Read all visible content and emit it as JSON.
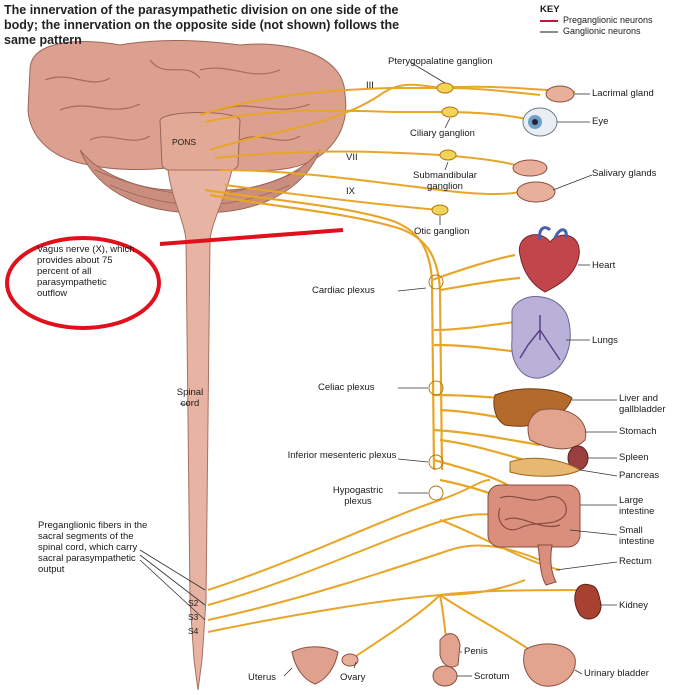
{
  "title": "The innervation of the parasympathetic division on one side of the body; the innervation on the opposite side (not shown) follows the same pattern",
  "key": {
    "title": "KEY",
    "items": [
      {
        "label": "Preganglionic neurons",
        "color": "#c8143c"
      },
      {
        "label": "Ganglionic neurons",
        "color": "#8c8c8c"
      }
    ]
  },
  "colors": {
    "nerve": "#e8a628",
    "nerve_dark": "#b27a12",
    "spinal": "#e7b3a2",
    "brain": "#dba08f",
    "highlight": "#e0101c",
    "ganglion": "#f3d35a"
  },
  "labels": {
    "pons": "PONS",
    "cn3": "III",
    "cn7": "VII",
    "cn9": "IX",
    "pterygopalatine": "Pterygopalatine ganglion",
    "ciliary": "Ciliary ganglion",
    "submandibular": "Submandibular ganglion",
    "otic": "Otic ganglion",
    "vagus": "Vagus nerve (X), which provides about 75 percent of all parasympathetic outflow",
    "cardiac_plexus": "Cardiac plexus",
    "celiac_plexus": "Celiac plexus",
    "inf_mesenteric": "Inferior mesenteric plexus",
    "hypogastric": "Hypogastric plexus",
    "spinal_cord": "Spinal cord",
    "preganglionic_sacral": "Preganglionic fibers in the sacral segments of the spinal cord, which carry sacral parasympathetic output",
    "s2": "S2",
    "s3": "S3",
    "s4": "S4",
    "lacrimal": "Lacrimal gland",
    "eye": "Eye",
    "salivary": "Salivary glands",
    "heart": "Heart",
    "lungs": "Lungs",
    "liver": "Liver and gallbladder",
    "stomach": "Stomach",
    "spleen": "Spleen",
    "pancreas": "Pancreas",
    "large_int": "Large intestine",
    "small_int": "Small intestine",
    "rectum": "Rectum",
    "kidney": "Kidney",
    "urinary": "Urinary bladder",
    "penis": "Penis",
    "scrotum": "Scrotum",
    "uterus": "Uterus",
    "ovary": "Ovary"
  }
}
